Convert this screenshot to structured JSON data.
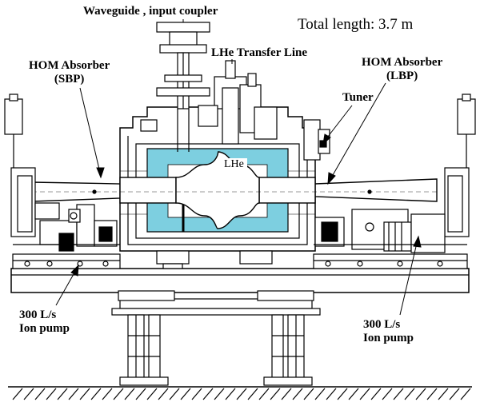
{
  "labels": {
    "total_length": "Total length: 3.7 m",
    "waveguide": "Waveguide , input coupler",
    "lhe_transfer": "LHe Transfer Line",
    "hom_sbp_line1": "HOM Absorber",
    "hom_sbp_line2": "(SBP)",
    "hom_lbp_line1": "HOM Absorber",
    "hom_lbp_line2": "(LBP)",
    "tuner": "Tuner",
    "lhe": "LHe",
    "pump_left_line1": "300 L/s",
    "pump_left_line2": "Ion pump",
    "pump_right_line1": "300 L/s",
    "pump_right_line2": "Ion pump"
  },
  "colors": {
    "line": "#000000",
    "helium": "#7dcfe0",
    "background": "#ffffff"
  }
}
